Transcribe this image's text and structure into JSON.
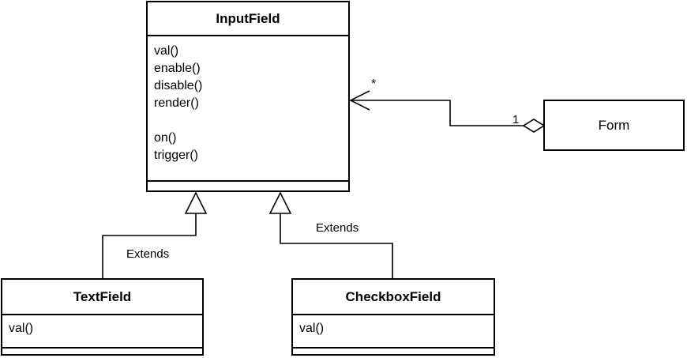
{
  "classes": {
    "input_field": {
      "name": "InputField",
      "methods": [
        "val()",
        "enable()",
        "disable()",
        "render()",
        "",
        "on()",
        "trigger()"
      ]
    },
    "text_field": {
      "name": "TextField",
      "methods": [
        "val()"
      ]
    },
    "checkbox_field": {
      "name": "CheckboxField",
      "methods": [
        "val()"
      ]
    },
    "form": {
      "name": "Form"
    }
  },
  "relations": {
    "textfield_extends": "Extends",
    "checkbox_extends": "Extends",
    "aggregation_many": "*",
    "aggregation_one": "1"
  }
}
